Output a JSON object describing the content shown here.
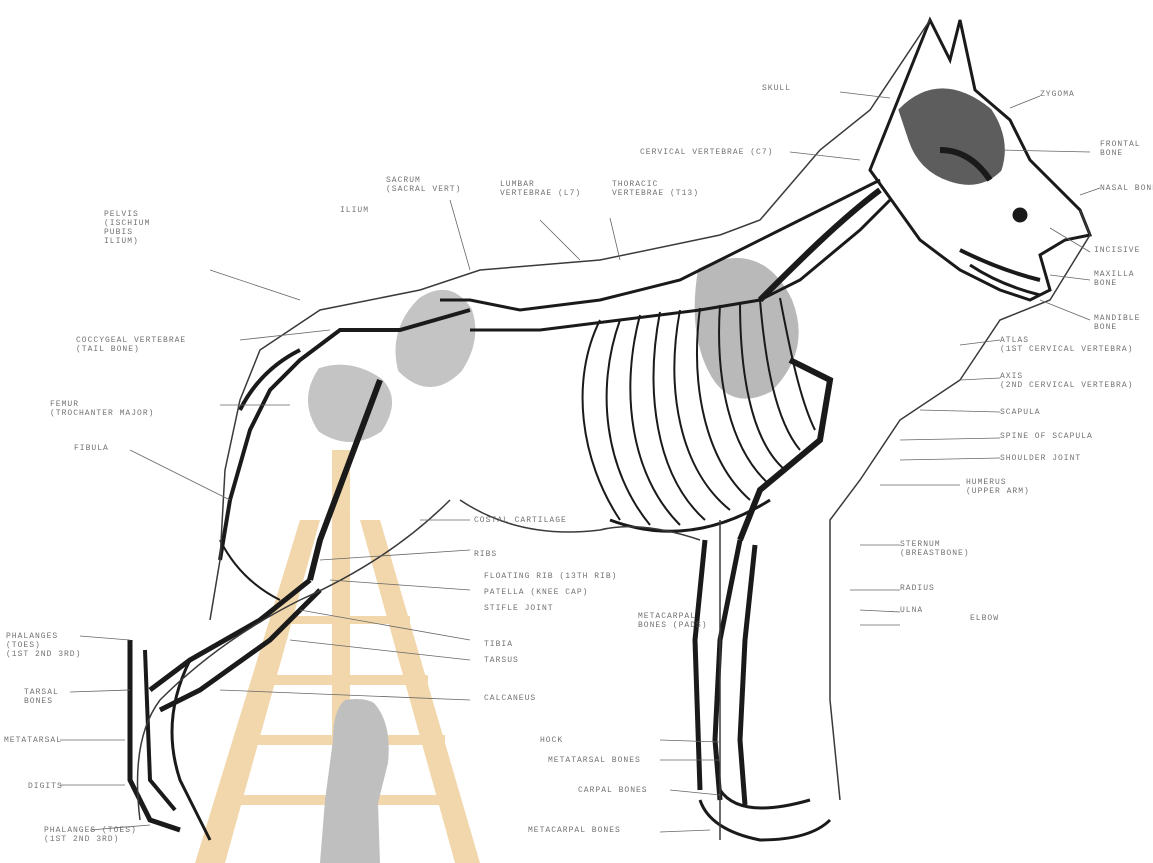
{
  "labels": {
    "skull": "SKULL",
    "zygoma": "ZYGOMA",
    "frontal": "FRONTAL\nBONE",
    "nasal": "NASAL BONE",
    "incisive": "INCISIVE",
    "maxilla": "MAXILLA\nBONE",
    "mandible": "MANDIBLE\nBONE",
    "cervical": "CERVICAL VERTEBRAE (C7)",
    "lumbar": "LUMBAR\nVERTEBRAE (L7)",
    "thoracic": "THORACIC\nVERTEBRAE (T13)",
    "sacrum": "SACRUM\n(SACRAL VERT)",
    "ilium": "ILIUM",
    "pelvis": "PELVIS\n(ISCHIUM\nPUBIS\nILIUM)",
    "coccygeal": "COCCYGEAL VERTEBRAE\n(TAIL BONE)",
    "femur": "FEMUR\n(TROCHANTER MAJOR)",
    "fibula": "FIBULA",
    "atlas": "ATLAS\n(1ST CERVICAL VERTEBRA)",
    "axis": "AXIS\n(2ND CERVICAL VERTEBRA)",
    "scapula": "SCAPULA",
    "spine_scapula": "SPINE OF SCAPULA",
    "humerus_joint": "SHOULDER JOINT",
    "humerus": "HUMERUS\n(UPPER ARM)",
    "sternum": "STERNUM\n(BREASTBONE)",
    "radius": "RADIUS",
    "ulna": "ULNA",
    "elbow": "ELBOW",
    "costal": "COSTAL CARTILAGE",
    "ribs": "RIBS",
    "floating_rib": "FLOATING RIB (13TH RIB)",
    "patella": "PATELLA (KNEE CAP)",
    "stifle": "STIFLE JOINT",
    "tibia": "TIBIA",
    "tarsus": "TARSUS",
    "calcaneus": "CALCANEUS",
    "hock": "HOCK",
    "metatarsal_bones": "METATARSAL BONES",
    "carpal": "CARPAL BONES",
    "metacarpal": "METACARPAL BONES",
    "phalanges_front": "PHALANGES (TOES)\n(1ST 2ND 3RD)",
    "metacarpal_pads": "METACARPAL\nBONES (PADS)",
    "tarsal": "TARSAL\nBONES",
    "metatarsal": "METATARSAL",
    "digits": "DIGITS",
    "phalanges_hind": "PHALANGES\n(TOES)\n(1ST 2ND 3RD)"
  },
  "colors": {
    "ink": "#1a1a1a",
    "label": "#5a5a5a",
    "watermark_gold": "#e8b86a",
    "watermark_gray": "#8c8c8c"
  }
}
